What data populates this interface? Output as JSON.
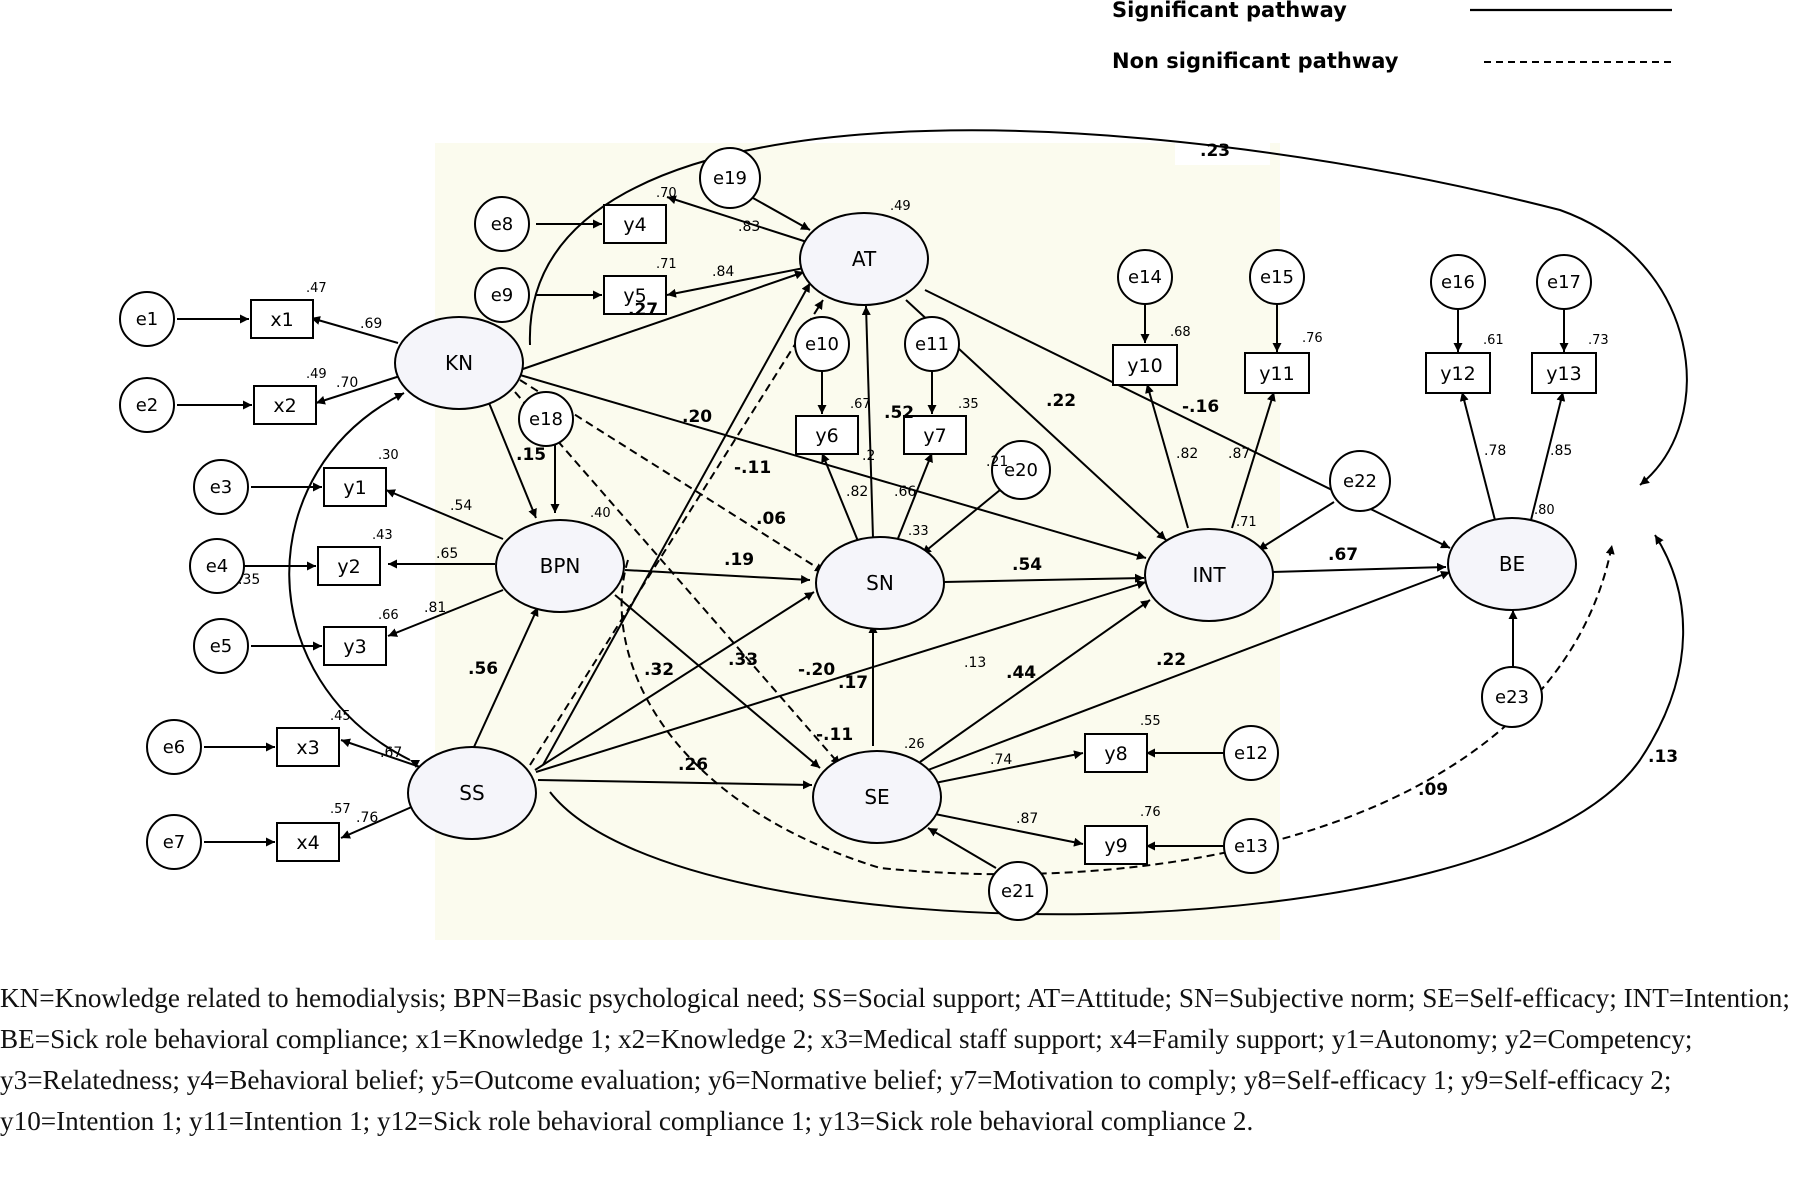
{
  "legend": {
    "significant": "Significant pathway",
    "nonsignificant": "Non significant pathway"
  },
  "latent": {
    "KN": "KN",
    "BPN": "BPN",
    "SS": "SS",
    "AT": "AT",
    "SN": "SN",
    "SE": "SE",
    "INT": "INT",
    "BE": "BE"
  },
  "observed": {
    "x1": "x1",
    "x2": "x2",
    "x3": "x3",
    "x4": "x4",
    "y1": "y1",
    "y2": "y2",
    "y3": "y3",
    "y4": "y4",
    "y5": "y5",
    "y6": "y6",
    "y7": "y7",
    "y8": "y8",
    "y9": "y9",
    "y10": "y10",
    "y11": "y11",
    "y12": "y12",
    "y13": "y13"
  },
  "errors": {
    "e1": "e1",
    "e2": "e2",
    "e3": "e3",
    "e4": "e4",
    "e5": "e5",
    "e6": "e6",
    "e7": "e7",
    "e8": "e8",
    "e9": "e9",
    "e10": "e10",
    "e11": "e11",
    "e12": "e12",
    "e13": "e13",
    "e14": "e14",
    "e15": "e15",
    "e16": "e16",
    "e17": "e17",
    "e18": "e18",
    "e19": "e19",
    "e20": "e20",
    "e21": "e21",
    "e22": "e22",
    "e23": "e23"
  },
  "r_squared": {
    "x1": ".47",
    "x2": ".49",
    "x3": ".45",
    "x4": ".57",
    "y1": ".30",
    "y2": ".43",
    "y3": ".66",
    "y4": ".70",
    "y5": ".71",
    "y6": ".67",
    "y7": ".35",
    "y8": ".55",
    "y9": ".76",
    "y10": ".68",
    "y11": ".76",
    "y12": ".61",
    "y13": ".73",
    "AT": ".49",
    "BPN": ".40",
    "SN": ".33",
    "SE": ".26",
    "INT": ".71",
    "BE": ".80"
  },
  "loadings": {
    "x1": ".69",
    "x2": ".70",
    "x3": ".67",
    "x4": ".76",
    "y1": ".54",
    "y2": ".65",
    "y3": ".81",
    "y4": ".83",
    "y5": ".84",
    "y6": ".82",
    "y7": ".66",
    "y8": ".74",
    "y9": ".87",
    "y10": ".82",
    "y11": ".87",
    "y12": ".78",
    "y13": ".85"
  },
  "paths": {
    "KN_AT": ".27",
    "KN_BPN": ".15",
    "KN_INT": ".20",
    "KN_SN": ".06",
    "KN_SE": "-.11",
    "KN_BE": ".23",
    "BPN_SN": ".19",
    "BPN_SE": ".33",
    "BPN_AT": ".32",
    "SS_BPN": ".56",
    "SS_SE": ".26",
    "SS_SN": "-.20",
    "SS_INT": ".17",
    "SS_AT": "-.11",
    "SS_BE": ".09",
    "KN_SS": ".35",
    "AT_SN": ".52",
    "AT_INT": ".22",
    "AT_BE": "-.16",
    "SE_SN": ".13",
    "SE_INT": ".44",
    "SE_BE": ".22",
    "SN_INT": ".54",
    "INT_BE": ".67",
    "SS_BE2": ".13",
    "frag": ".2",
    "frag2": ".21"
  },
  "footnote": "KN=Knowledge related to hemodialysis; BPN=Basic psychological need; SS=Social support; AT=Attitude; SN=Subjective norm; SE=Self-efficacy; INT=Intention; BE=Sick role behavioral compliance; x1=Knowledge 1; x2=Knowledge 2; x3=Medical staff support; x4=Family support; y1=Autonomy; y2=Competency; y3=Relatedness; y4=Behavioral belief; y5=Outcome evaluation; y6=Normative belief; y7=Motivation to comply; y8=Self-efficacy 1; y9=Self-efficacy 2; y10=Intention 1; y11=Intention 1; y12=Sick role behavioral compliance 1; y13=Sick role behavioral compliance 2."
}
